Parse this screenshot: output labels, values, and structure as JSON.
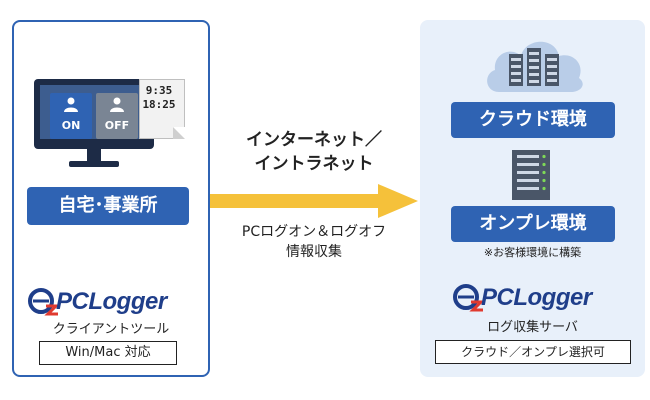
{
  "client": {
    "clock_lines": [
      "9:35",
      "18:25"
    ],
    "toggle_on": "ON",
    "toggle_off": "OFF",
    "location_label": "自宅･事業所",
    "logo_text": "PCLogger",
    "tool_label": "クライアントツール",
    "os_label": "Win/Mac 対応"
  },
  "network": {
    "line1": "インターネット／",
    "line2": "イントラネット",
    "info_line1": "PCログオン＆ログオフ",
    "info_line2": "情報収集"
  },
  "server": {
    "cloud_label": "クラウド環境",
    "onprem_label": "オンプレ環境",
    "onprem_note": "※お客様環境に構築",
    "logo_text": "PCLogger",
    "server_label": "ログ収集サーバ",
    "option_label": "クラウド／オンプレ選択可"
  },
  "colors": {
    "brand_blue": "#2f63b3",
    "arrow_yellow": "#f5c13a",
    "panel_bg": "#e8f0fa"
  }
}
